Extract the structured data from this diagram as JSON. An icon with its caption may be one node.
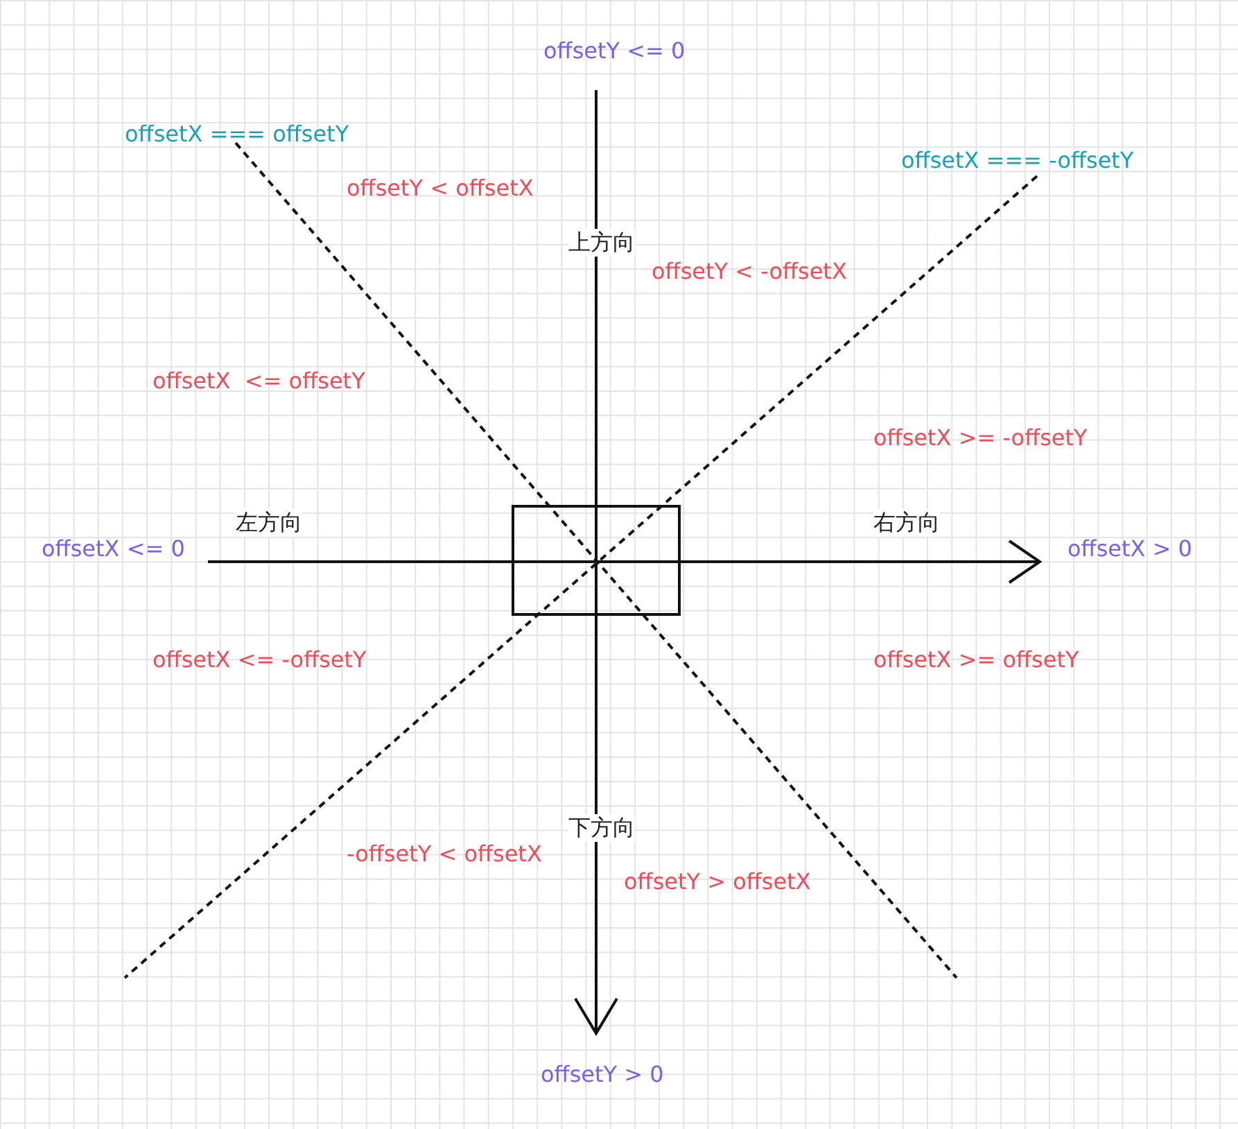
{
  "diagram": {
    "nodes": [
      {
        "text": [],
        "shape": "box"
      }
    ],
    "labels": [
      "offsetY <= 0",
      "offsetX === offsetY",
      "offsetX === -offsetY",
      "offsetY < offsetX",
      "上方向",
      "offsetY < -offsetX",
      "offsetX  <= offsetY",
      "offsetX >= -offsetY",
      "左方向",
      "右方向",
      "offsetX <= 0",
      "offsetX > 0",
      "offsetX <= -offsetY",
      "offsetX >= offsetY",
      "下方向",
      "-offsetY < offsetX",
      "offsetY > offsetX",
      "offsetY > 0"
    ]
  }
}
